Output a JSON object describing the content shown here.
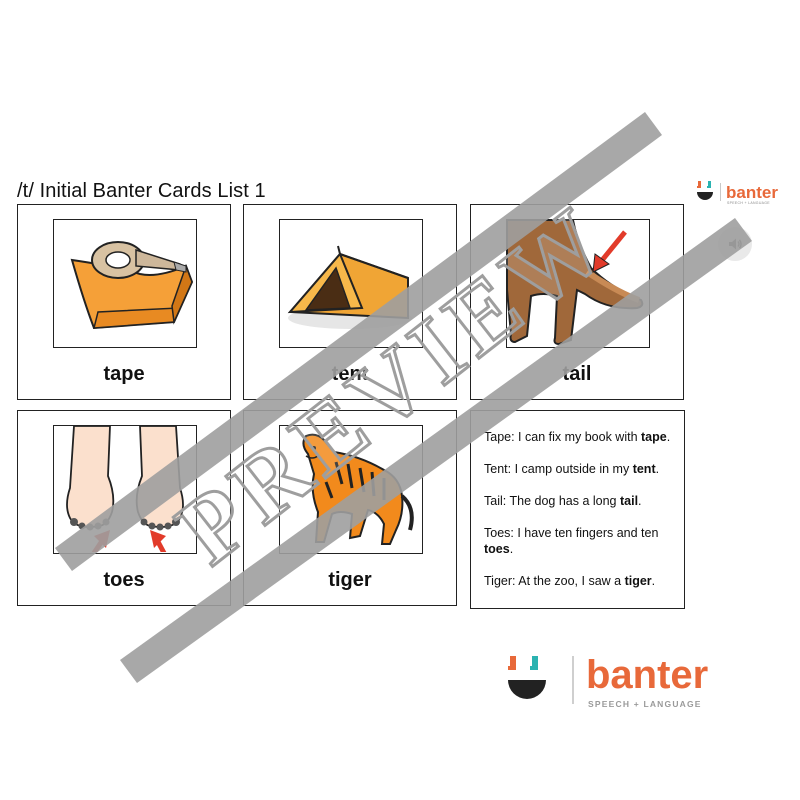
{
  "header": {
    "title": "/t/ Initial Banter Cards List 1",
    "logo_word": "banter",
    "logo_sub": "SPEECH + LANGUAGE"
  },
  "audio": {
    "icon": "speaker-icon"
  },
  "cards": [
    {
      "word": "tape",
      "image": "tape-dispenser"
    },
    {
      "word": "tent",
      "image": "tent"
    },
    {
      "word": "tail",
      "image": "dog-tail"
    },
    {
      "word": "toes",
      "image": "toes"
    },
    {
      "word": "tiger",
      "image": "tiger"
    }
  ],
  "sentences": [
    {
      "prefix": "Tape: I can fix my book with ",
      "bold": "tape",
      "suffix": "."
    },
    {
      "prefix": "Tent: I camp outside in my ",
      "bold": "tent",
      "suffix": "."
    },
    {
      "prefix": "Tail: The dog has a long ",
      "bold": "tail",
      "suffix": "."
    },
    {
      "prefix": "Toes: I have ten fingers and ten ",
      "bold": "toes",
      "suffix": "."
    },
    {
      "prefix": "Tiger: At the zoo, I saw a ",
      "bold": "tiger",
      "suffix": "."
    }
  ],
  "watermark": {
    "text": "PREVIEW"
  },
  "footer_logo": {
    "word": "banter",
    "sub": "SPEECH + LANGUAGE"
  },
  "colors": {
    "brand_orange": "#e8693a",
    "brand_teal": "#2bb3b1",
    "watermark_gray": "#9e9e9e"
  }
}
